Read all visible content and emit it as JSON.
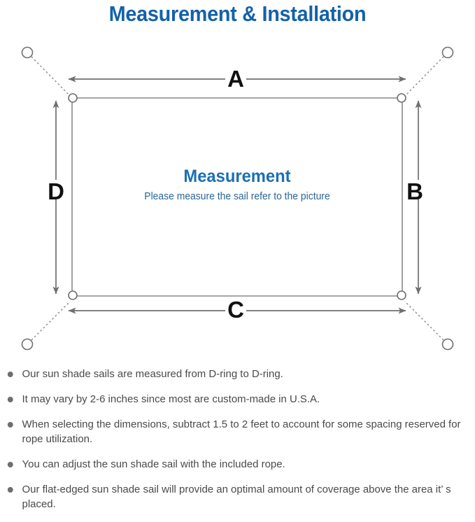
{
  "title": "Measurement & Installation",
  "diagram": {
    "center": {
      "heading": "Measurement",
      "subtext": "Please measure the sail refer to the picture"
    },
    "dimensions": {
      "top": "A",
      "right": "B",
      "bottom": "C",
      "left": "D"
    },
    "colors": {
      "title_blue": "#1462a8",
      "heading_blue": "#1a6fb5",
      "subtext_blue": "#2a6496",
      "line_gray": "#7a7a7a",
      "sail_border": "#8a8a8a",
      "letter_black": "#111111",
      "note_text": "#4a4a4a",
      "bullet_gray": "#6e6e6e"
    },
    "icons": {
      "anchor_ring": "anchor-ring-icon",
      "d_ring": "d-ring-icon",
      "rope": "dotted-rope-line",
      "arrow": "dimension-arrow"
    }
  },
  "notes": [
    "Our sun shade sails are measured from D-ring to D-ring.",
    "It may vary by 2-6 inches since most are custom-made in U.S.A.",
    "When selecting the dimensions, subtract 1.5 to 2 feet to account for some spacing reserved for rope utilization.",
    "You can adjust the sun shade sail with the included rope.",
    "Our flat-edged sun shade sail will provide an optimal amount of coverage above the area it’ s placed."
  ]
}
